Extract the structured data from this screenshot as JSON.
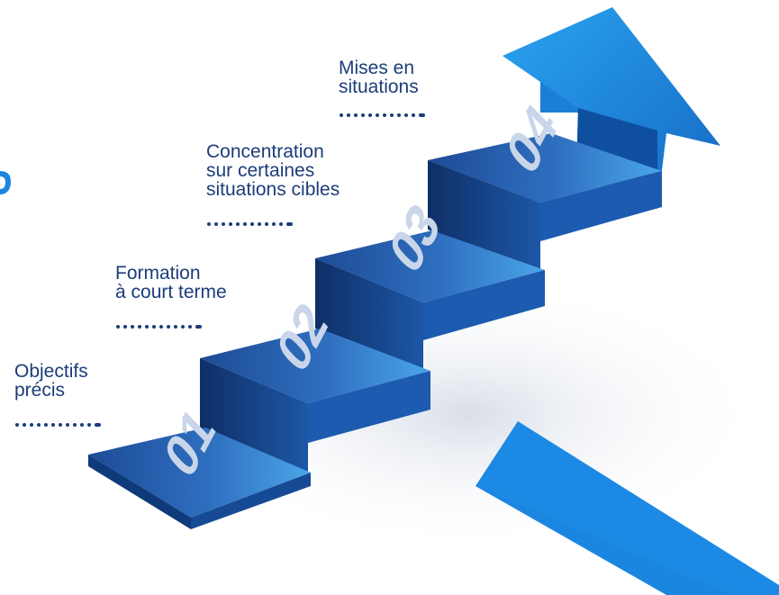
{
  "steps": [
    {
      "number": "01",
      "label_lines": [
        "Objectifs",
        "précis"
      ]
    },
    {
      "number": "02",
      "label_lines": [
        "Formation",
        "à court terme"
      ]
    },
    {
      "number": "03",
      "label_lines": [
        "Concentration",
        "sur certaines",
        "situations cibles"
      ]
    },
    {
      "number": "04",
      "label_lines": [
        "Mises en",
        "situations"
      ]
    }
  ],
  "colors": {
    "label_text": "#1c3d7a",
    "step_top_dark": "#1e4d9a",
    "step_top_light": "#3a8fd8",
    "riser": "#123a78",
    "arrow": "#1f8fe0",
    "accent_stripe": "#1a86e0",
    "number_fill": "#c9d6ea"
  }
}
